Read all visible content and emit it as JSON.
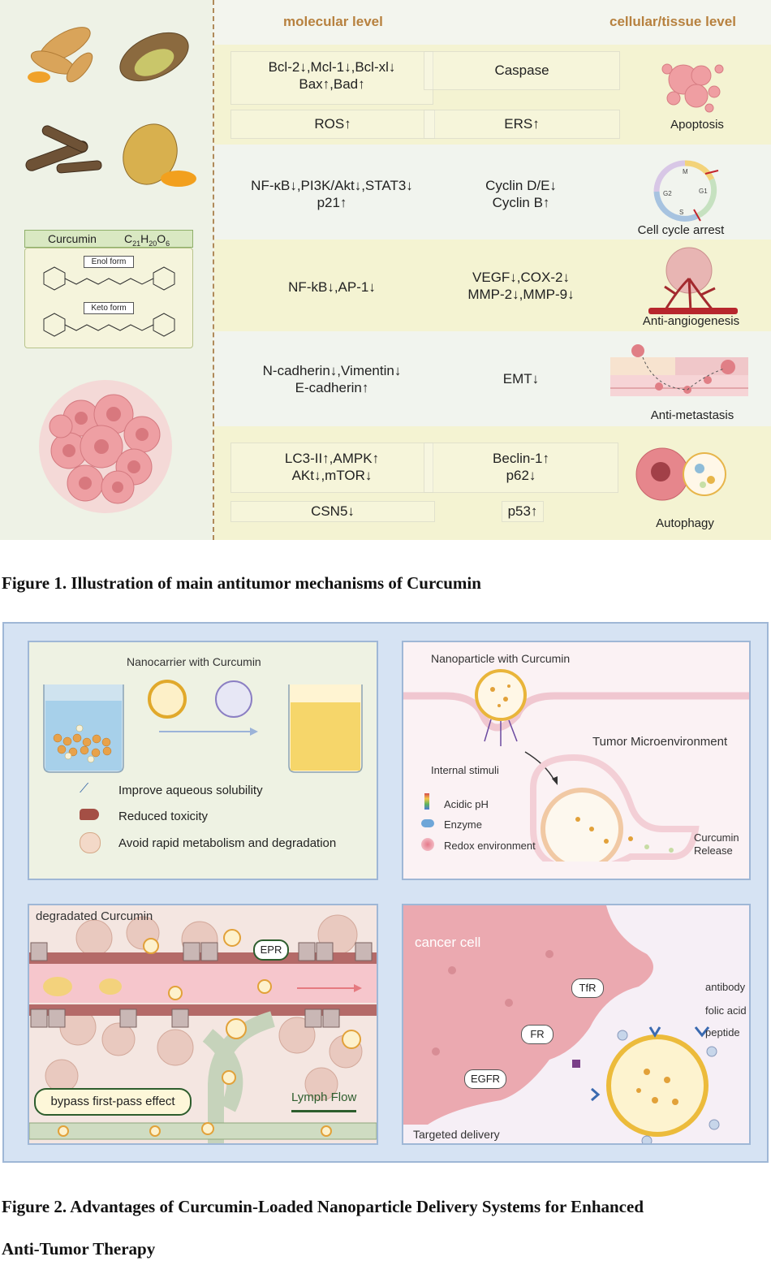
{
  "figure1": {
    "headers": {
      "molecular": "molecular level",
      "cellular": "cellular/tissue level"
    },
    "curcumin": {
      "name": "Curcumin",
      "formula_prefix": "C",
      "formula_c": "21",
      "formula_h_prefix": "H",
      "formula_h": "20",
      "formula_o_prefix": "O",
      "formula_o": "6",
      "enol": "Enol form",
      "keto": "Keto form"
    },
    "rows": [
      {
        "mol1": "Bcl-2↓,Mcl-1↓,Bcl-xl↓",
        "mol2": "Bax↑,Bad↑",
        "mol3": "ROS↑",
        "mid1": "Caspase",
        "mid2": "ERS↑",
        "label": "Apoptosis"
      },
      {
        "mol1": "NF-κB↓,PI3K/Akt↓,STAT3↓",
        "mol2": "p21↑",
        "mid1": "Cyclin D/E↓",
        "mid2": "Cyclin B↑",
        "label": "Cell cycle arrest"
      },
      {
        "mol1": "NF-kB↓,AP-1↓",
        "mid1": "VEGF↓,COX-2↓",
        "mid2": "MMP-2↓,MMP-9↓",
        "label": "Anti-angiogenesis"
      },
      {
        "mol1": "N-cadherin↓,Vimentin↓",
        "mol2": "E-cadherin↑",
        "mid1": "EMT↓",
        "label": "Anti-metastasis"
      },
      {
        "mol1": "LC3-II↑,AMPK↑",
        "mol2": "AKt↓,mTOR↓",
        "mol3": "CSN5↓",
        "mid1": "Beclin-1↑",
        "mid2": "p62↓",
        "mid3": "p53↑",
        "label": "Autophagy"
      }
    ],
    "cycle_labels": {
      "m": "M",
      "g1": "G1",
      "s": "S",
      "g2": "G2"
    },
    "caption": "Figure 1. Illustration of main antitumor mechanisms of Curcumin"
  },
  "figure2": {
    "panel_a": {
      "title": "Nanocarrier with Curcumin",
      "benefits": [
        "Improve aqueous solubility",
        "Reduced toxicity",
        "Avoid rapid metabolism and degradation"
      ]
    },
    "panel_b": {
      "title": "Nanoparticle with Curcumin",
      "tme": "Tumor Microenvironment",
      "internal": "Internal stimuli",
      "stimuli": [
        "Acidic pH",
        "Enzyme",
        "Redox environment"
      ],
      "release1": "Curcumin",
      "release2": "Release"
    },
    "panel_c": {
      "degraded": "degradated Curcumin",
      "epr": "EPR",
      "bypass": "bypass first-pass effect",
      "lymph": "Lymph Flow"
    },
    "panel_d": {
      "cancer": "cancer cell",
      "receptors": {
        "tfr": "TfR",
        "fr": "FR",
        "egfr": "EGFR"
      },
      "ligands": [
        "antibody",
        "folic acid",
        "peptide"
      ],
      "delivery": "Targeted delivery"
    },
    "caption_line1": "Figure 2. Advantages of Curcumin-Loaded Nanoparticle Delivery Systems for Enhanced",
    "caption_line2": "Anti-Tumor Therapy"
  }
}
